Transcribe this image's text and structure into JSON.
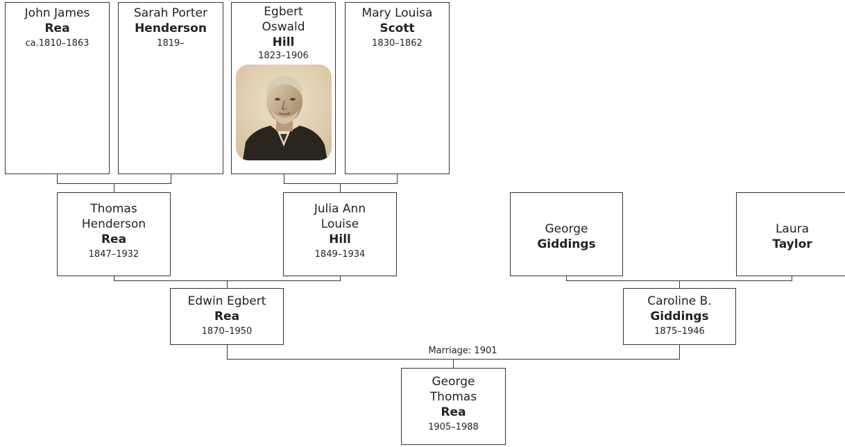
{
  "people": {
    "p1": {
      "given": "John James",
      "surname": "Rea",
      "years": "ca.1810–1863"
    },
    "p2": {
      "given": "Sarah Porter",
      "surname": "Henderson",
      "years": "1819–"
    },
    "p3": {
      "given": "Egbert Oswald",
      "surname": "Hill",
      "years": "1823–1906"
    },
    "p4": {
      "given": "Mary Louisa",
      "surname": "Scott",
      "years": "1830–1862"
    },
    "p5": {
      "given": "Thomas Henderson",
      "surname": "Rea",
      "years": "1847–1932"
    },
    "p6": {
      "given": "Julia Ann Louise",
      "surname": "Hill",
      "years": "1849–1934"
    },
    "p7": {
      "given": "George",
      "surname": "Giddings",
      "years": ""
    },
    "p8": {
      "given": "Laura",
      "surname": "Taylor",
      "years": ""
    },
    "p9": {
      "given": "Edwin Egbert",
      "surname": "Rea",
      "years": "1870–1950"
    },
    "p10": {
      "given": "Caroline B.",
      "surname": "Giddings",
      "years": "1875–1946"
    },
    "p11": {
      "given": "George Thomas",
      "surname": "Rea",
      "years": "1905–1988"
    }
  },
  "marriage": {
    "label": "Marriage: 1901"
  }
}
